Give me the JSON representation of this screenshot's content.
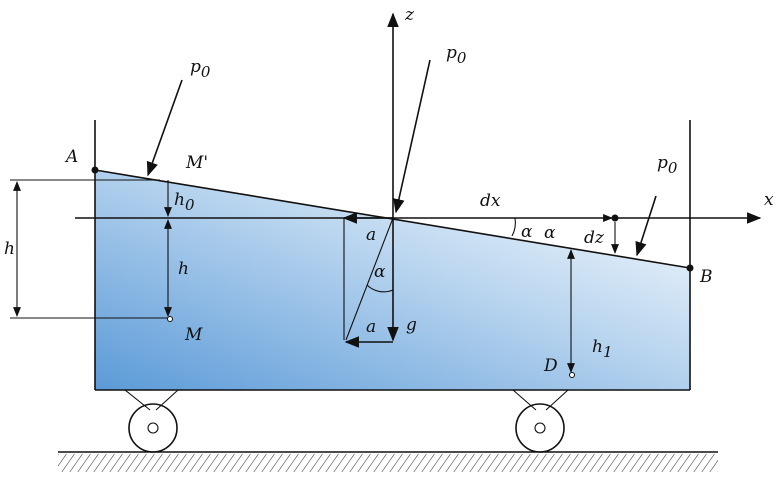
{
  "labels": {
    "z": "z",
    "x": "x",
    "p0_top_left": "p",
    "p0_top_center": "p",
    "p0_right": "p",
    "p0_sub": "0",
    "A": "A",
    "M_prime": "M'",
    "h0": "h",
    "h0_sub": "0",
    "h_left": "h",
    "h_center": "h",
    "M": "M",
    "a_top": "a",
    "alpha_center": "α",
    "a_bottom": "a",
    "g": "g",
    "dx": "dx",
    "alpha_right_1": "α",
    "alpha_right_2": "α",
    "dz": "dz",
    "B": "B",
    "D": "D",
    "h1": "h",
    "h1_sub": "1"
  }
}
